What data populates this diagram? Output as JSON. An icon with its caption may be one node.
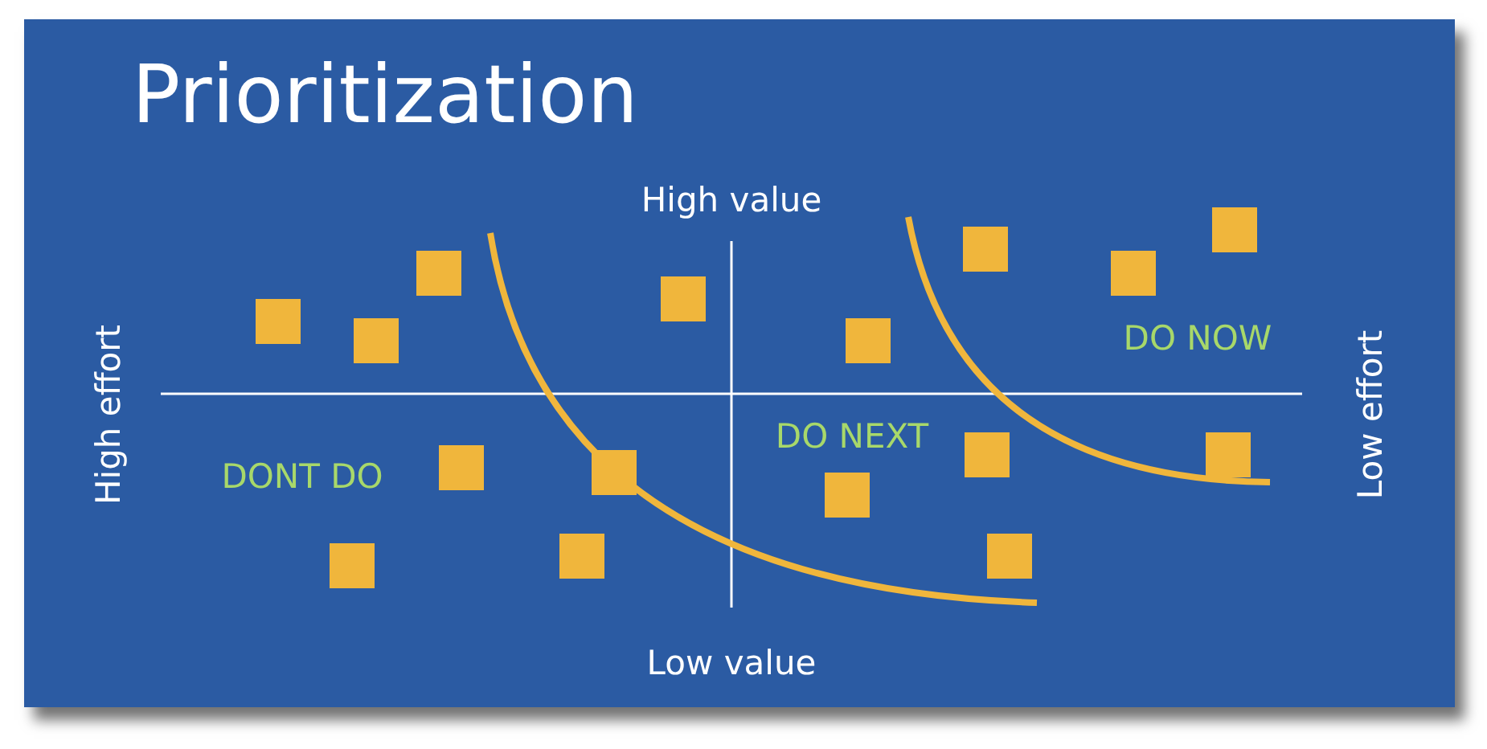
{
  "diagram": {
    "title": "Prioritization",
    "labels": [
      "High value",
      "High effort",
      "DO NOW",
      "DONT DO",
      "DO NEXT",
      "Low effort",
      "Low value"
    ]
  }
}
